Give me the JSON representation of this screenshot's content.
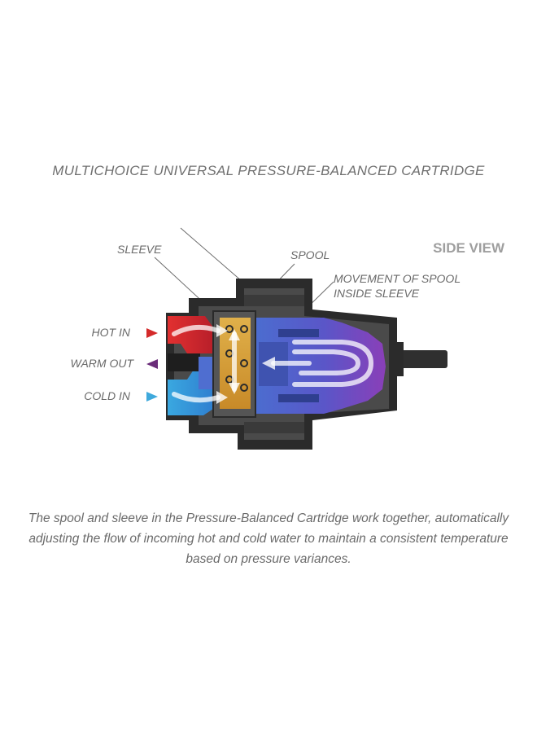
{
  "title": "MULTICHOICE UNIVERSAL PRESSURE-BALANCED CARTRIDGE",
  "labels": {
    "sleeve": "SLEEVE",
    "spool": "SPOOL",
    "side_view": "SIDE VIEW",
    "movement_line1": "MOVEMENT OF SPOOL",
    "movement_line2": "INSIDE SLEEVE",
    "hot_in": "HOT IN",
    "warm_out": "WARM OUT",
    "cold_in": "COLD IN"
  },
  "colors": {
    "hot": "#d42a2a",
    "warm": "#6a2c79",
    "cold": "#3fa9dc",
    "spool": "#d9a235",
    "body_dark": "#2b2b2b",
    "body_mid": "#4a4a4a",
    "chamber_blue": "#4f63c4",
    "chamber_purple": "#7b3fb6"
  },
  "caption": "The spool and sleeve in the Pressure-Balanced Cartridge work together, automatically adjusting the flow of incoming hot and cold water to maintain a consistent temperature based on pressure variances."
}
